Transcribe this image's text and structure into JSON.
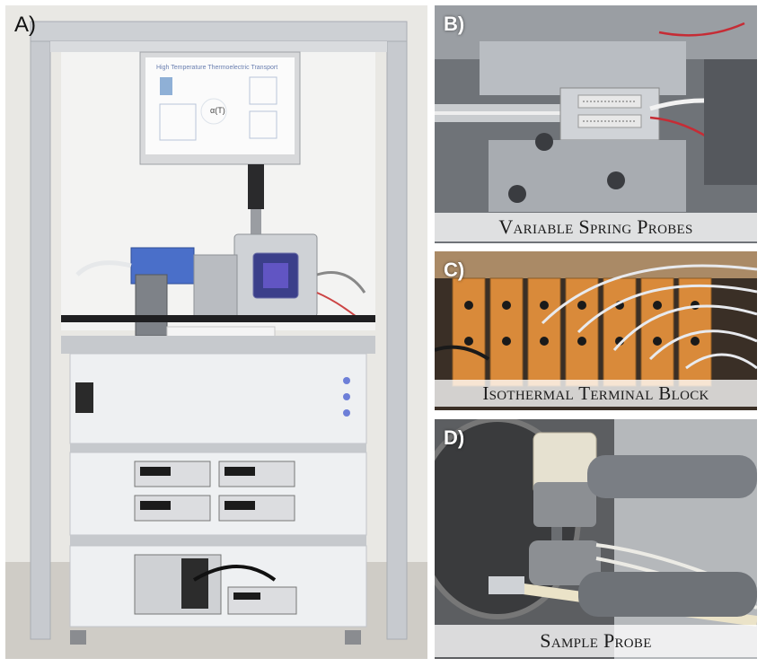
{
  "panels": {
    "a": {
      "letter": "A)"
    },
    "b": {
      "letter": "B)",
      "caption": "Variable Spring Probes"
    },
    "c": {
      "letter": "C)",
      "caption": "Isothermal Terminal Block"
    },
    "d": {
      "letter": "D)",
      "caption": "Sample Probe"
    }
  },
  "monitor": {
    "title": "High Temperature Thermoelectric Transport",
    "formula": "α(T)"
  },
  "colors": {
    "frame": "#c9ccd0",
    "cabinet_white": "#eef0f2",
    "chamber_blue": "#4a6fc9",
    "copper": "#d98a3a",
    "probe_gray": "#7a7e84"
  }
}
